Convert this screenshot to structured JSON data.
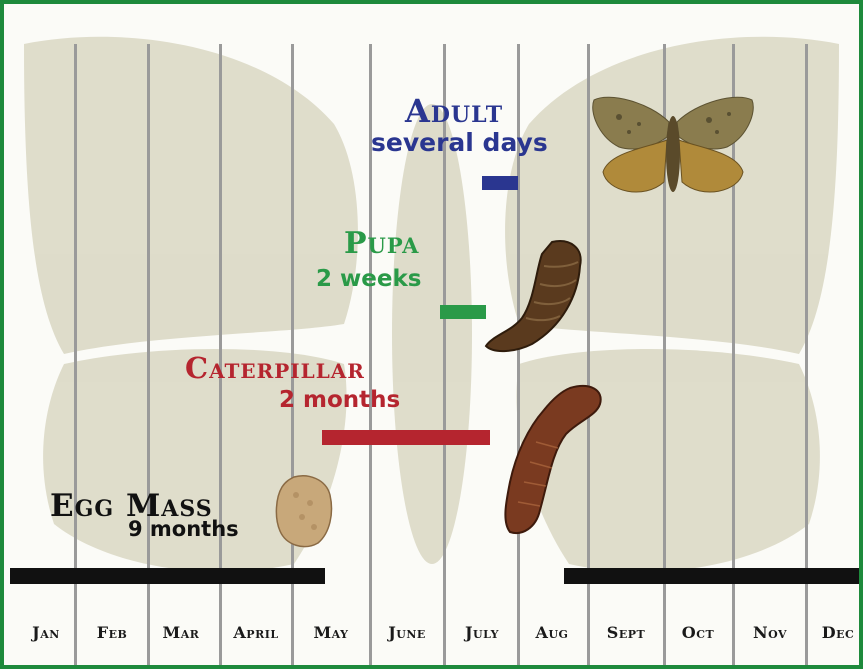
{
  "months": [
    "Jan",
    "Feb",
    "Mar",
    "April",
    "May",
    "June",
    "July",
    "Aug",
    "Sept",
    "Oct",
    "Nov",
    "Dec"
  ],
  "stages": {
    "adult": {
      "title": "Adult",
      "duration": "several days",
      "color": "#2a3690"
    },
    "pupa": {
      "title": "Pupa",
      "duration": "2 weeks",
      "color": "#2a9a48"
    },
    "caterpillar": {
      "title": "Caterpillar",
      "duration": "2 months",
      "color": "#b5252f"
    },
    "egg_mass": {
      "title": "Egg Mass",
      "duration": "9 months",
      "color": "#111111"
    }
  },
  "colors": {
    "border": "#1e8a3c",
    "gridline": "#9a9a9a",
    "butterfly_watermark": "#d8d6c2"
  }
}
